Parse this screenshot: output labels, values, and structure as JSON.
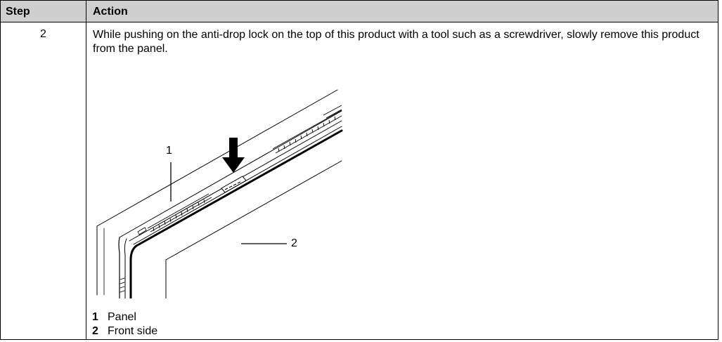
{
  "table": {
    "header": {
      "step": "Step",
      "action": "Action"
    },
    "row": {
      "step": "2",
      "action_text": "While pushing on the anti-drop lock on the top of this product with a tool such as a screwdriver, slowly remove this product from the panel."
    }
  },
  "illustration": {
    "callouts": [
      "1",
      "2"
    ]
  },
  "legend": [
    {
      "num": "1",
      "label": "Panel"
    },
    {
      "num": "2",
      "label": "Front side"
    }
  ]
}
